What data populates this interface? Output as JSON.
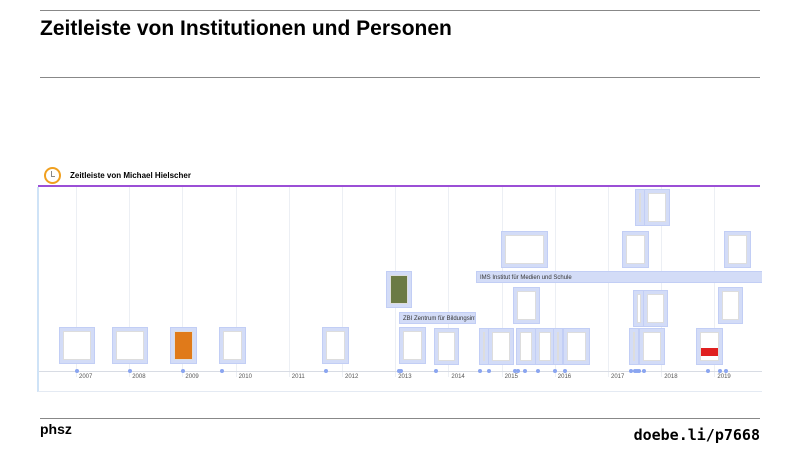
{
  "slide": {
    "title": "Zeitleiste von Institutionen und Personen",
    "footer_left": "phsz",
    "footer_right": "doebe.li/p7668"
  },
  "timeline": {
    "icon": "clock-icon",
    "title": "Zeitleiste von Michael Hielscher",
    "accent_color": "#9b4fd6",
    "years": [
      "2007",
      "2008",
      "2009",
      "2010",
      "2011",
      "2012",
      "2013",
      "2014",
      "2015",
      "2016",
      "2017",
      "2018",
      "2019"
    ],
    "bands": [
      {
        "label": "IMS Institut für Medien und Schule"
      },
      {
        "label": "ZBI Zentrum für Bildungsinfor"
      }
    ]
  }
}
